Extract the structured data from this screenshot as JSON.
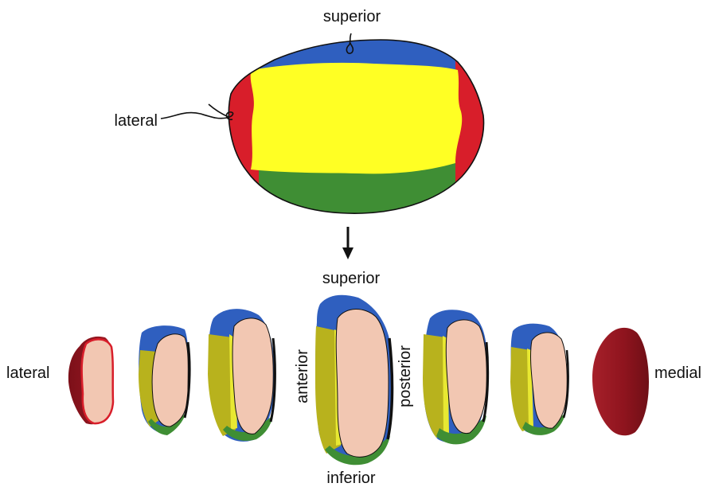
{
  "labels": {
    "top_superior": "superior",
    "top_lateral": "lateral",
    "bottom_superior": "superior",
    "bottom_inferior": "inferior",
    "anterior": "anterior",
    "posterior": "posterior",
    "lateral": "lateral",
    "medial": "medial"
  },
  "colors": {
    "superior_region": "#2f5fbf",
    "central_region": "#ffff24",
    "inferior_region": "#3f8e34",
    "lateral_medial_region": "#d81e2a",
    "slice_section": "#f2c7b2",
    "anterior_band": "#b8b21d",
    "end_slice": "#8f141e",
    "outline": "#111111"
  }
}
